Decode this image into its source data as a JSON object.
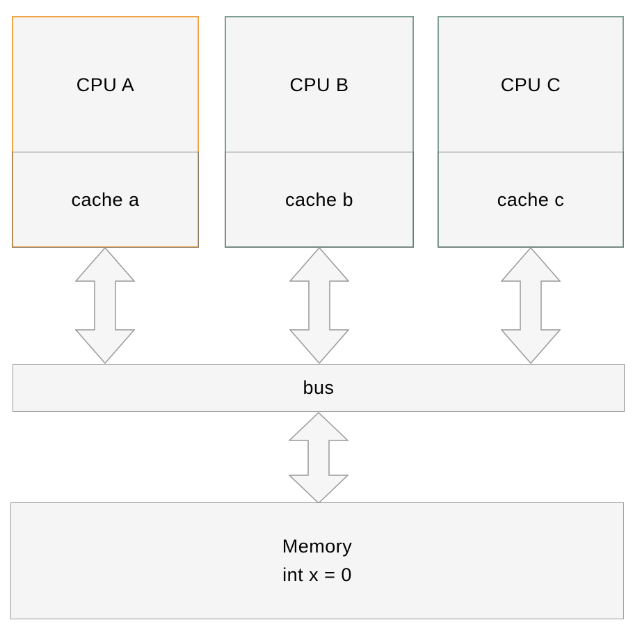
{
  "diagram": {
    "columns": [
      {
        "id": "a",
        "cpu_label": "CPU A",
        "cache_label": "cache a",
        "border_color": "#F2A444"
      },
      {
        "id": "b",
        "cpu_label": "CPU B",
        "cache_label": "cache b",
        "border_color": "#7E9E93"
      },
      {
        "id": "c",
        "cpu_label": "CPU C",
        "cache_label": "cache c",
        "border_color": "#7E9E93"
      }
    ],
    "bus": {
      "label": "bus"
    },
    "memory": {
      "title": "Memory",
      "value_line": "int x = 0"
    },
    "colors": {
      "cpu_a_border": "#F2A444",
      "cpu_b_border": "#7E9E93",
      "cpu_c_border": "#7E9E93",
      "box_fill": "#f5f5f5",
      "gray_border": "#999999",
      "arrow_fill": "#f6f6f6",
      "arrow_stroke": "#999999",
      "text": "#000000",
      "background": "#ffffff"
    }
  }
}
